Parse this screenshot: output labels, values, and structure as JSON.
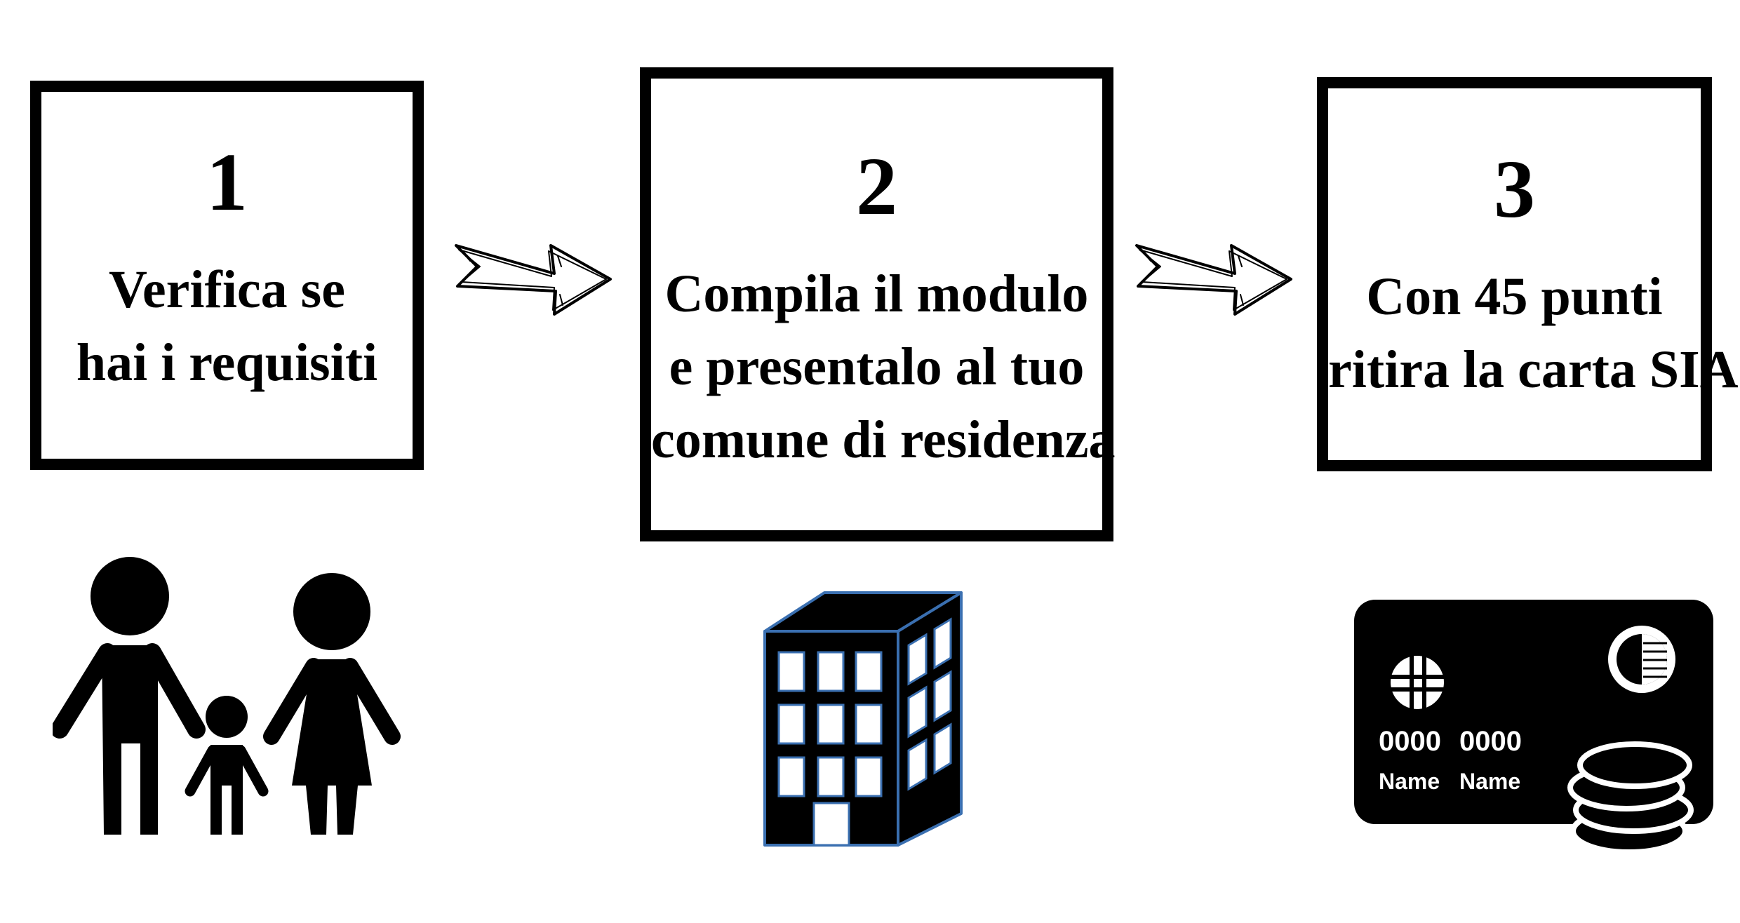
{
  "steps": [
    {
      "number": "1",
      "lines": [
        "Verifica se",
        "hai i requisiti"
      ]
    },
    {
      "number": "2",
      "lines": [
        "Compila il modulo",
        "e presentalo al tuo",
        "comune di residenza"
      ]
    },
    {
      "number": "3",
      "lines": [
        "Con 45 punti",
        "ritira la carta SIA"
      ]
    }
  ],
  "arrows": [
    "sketch-arrow-icon",
    "sketch-arrow-icon"
  ],
  "illustrations": {
    "family_icon": "family-icon",
    "building_icon": "building-icon",
    "card": {
      "icon": "credit-card-icon",
      "number_1": "0000",
      "number_2": "0000",
      "name_1": "Name",
      "name_2": "Name",
      "coins_icon": "coins-icon"
    }
  },
  "colors": {
    "ink": "#000000",
    "background": "#ffffff",
    "building_outline": "#3a6fb0"
  }
}
